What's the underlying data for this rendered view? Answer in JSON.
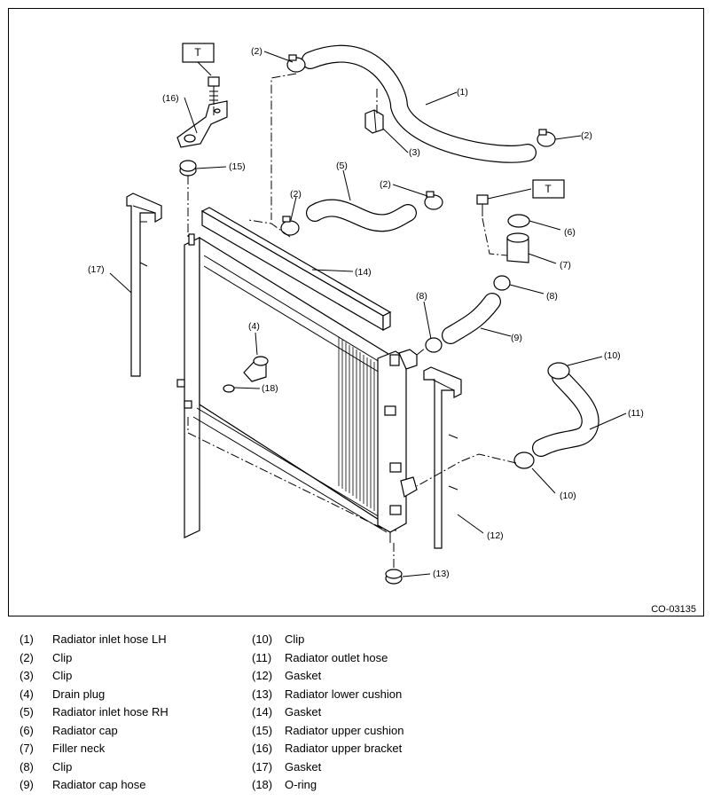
{
  "diagram": {
    "code": "CO-03135",
    "torque_marker": "T",
    "callouts": [
      "(1)",
      "(2)",
      "(3)",
      "(4)",
      "(5)",
      "(6)",
      "(7)",
      "(8)",
      "(9)",
      "(10)",
      "(11)",
      "(12)",
      "(13)",
      "(14)",
      "(15)",
      "(16)",
      "(17)",
      "(18)"
    ]
  },
  "legend": {
    "left": [
      {
        "num": "(1)",
        "name": "Radiator inlet hose LH"
      },
      {
        "num": "(2)",
        "name": "Clip"
      },
      {
        "num": "(3)",
        "name": "Clip"
      },
      {
        "num": "(4)",
        "name": "Drain plug"
      },
      {
        "num": "(5)",
        "name": "Radiator inlet hose RH"
      },
      {
        "num": "(6)",
        "name": "Radiator cap"
      },
      {
        "num": "(7)",
        "name": "Filler neck"
      },
      {
        "num": "(8)",
        "name": "Clip"
      },
      {
        "num": "(9)",
        "name": "Radiator cap hose"
      }
    ],
    "right": [
      {
        "num": "(10)",
        "name": "Clip"
      },
      {
        "num": "(11)",
        "name": "Radiator outlet hose"
      },
      {
        "num": "(12)",
        "name": "Gasket"
      },
      {
        "num": "(13)",
        "name": "Radiator lower cushion"
      },
      {
        "num": "(14)",
        "name": "Gasket"
      },
      {
        "num": "(15)",
        "name": "Radiator upper cushion"
      },
      {
        "num": "(16)",
        "name": "Radiator upper bracket"
      },
      {
        "num": "(17)",
        "name": "Gasket"
      },
      {
        "num": "(18)",
        "name": "O-ring"
      }
    ]
  }
}
